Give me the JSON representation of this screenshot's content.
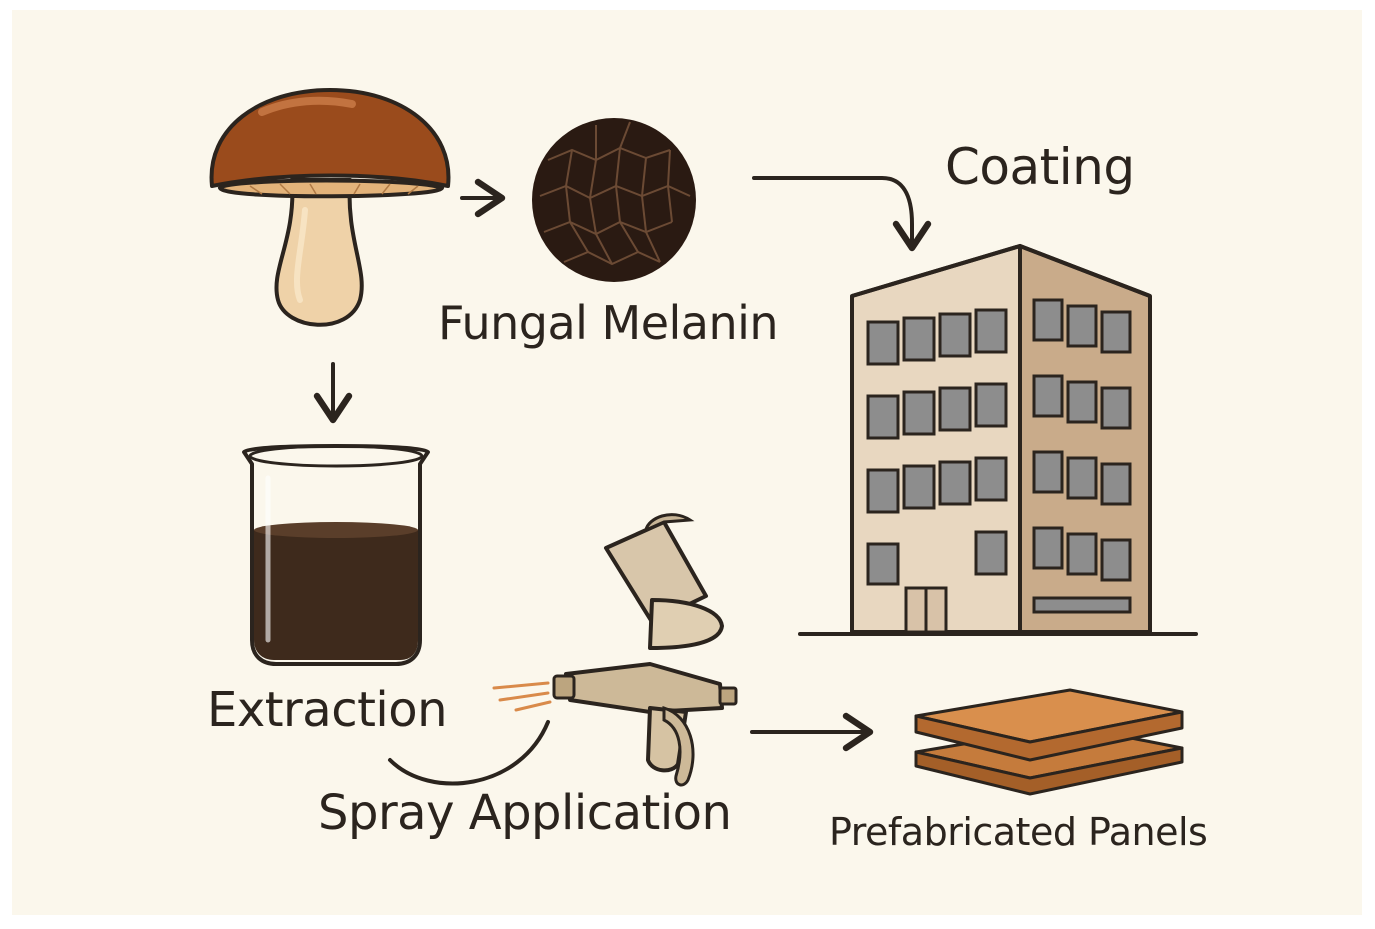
{
  "diagram": {
    "labels": {
      "coating": "Coating",
      "fungal_melanin": "Fungal Melanin",
      "extraction": "Extraction",
      "spray_application": "Spray Application",
      "prefabricated_panels": "Prefabricated Panels"
    },
    "icons": [
      "mushroom-icon",
      "melanin-granule-icon",
      "beaker-icon",
      "spray-gun-icon",
      "building-icon",
      "panels-icon"
    ],
    "colors": {
      "background": "#fbf7ec",
      "mushroom_cap": "#9a4b1c",
      "melanin": "#2a1a12",
      "extract_liquid": "#3e2a1c",
      "building": "#d8c2a8",
      "panels": "#c57b3c",
      "outline": "#2b241e"
    }
  }
}
